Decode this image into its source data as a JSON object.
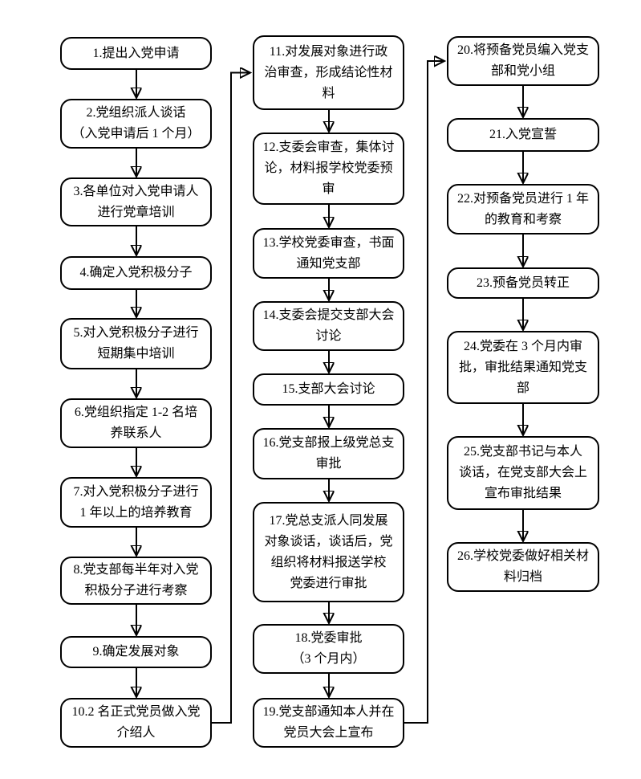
{
  "flow": {
    "description_note": "",
    "steps": [
      {
        "id": "1",
        "label": "1.提出入党申请"
      },
      {
        "id": "2",
        "label": "2.党组织派人谈话\n（入党申请后 1 个月）"
      },
      {
        "id": "3",
        "label": "3.各单位对入党申请人\n进行党章培训"
      },
      {
        "id": "4",
        "label": "4.确定入党积极分子"
      },
      {
        "id": "5",
        "label": "5.对入党积极分子进行\n短期集中培训"
      },
      {
        "id": "6",
        "label": "6.党组织指定 1-2 名培\n养联系人"
      },
      {
        "id": "7",
        "label": "7.对入党积极分子进行\n1 年以上的培养教育"
      },
      {
        "id": "8",
        "label": "8.党支部每半年对入党\n积极分子进行考察"
      },
      {
        "id": "9",
        "label": "9.确定发展对象"
      },
      {
        "id": "10",
        "label": "10.2 名正式党员做入党\n介绍人"
      },
      {
        "id": "11",
        "label": "11.对发展对象进行政\n治审查，形成结论性材\n料"
      },
      {
        "id": "12",
        "label": "12.支委会审查，集体讨\n论，材料报学校党委预\n审"
      },
      {
        "id": "13",
        "label": "13.学校党委审查，书面\n通知党支部"
      },
      {
        "id": "14",
        "label": "14.支委会提交支部大会\n讨论"
      },
      {
        "id": "15",
        "label": "15.支部大会讨论"
      },
      {
        "id": "16",
        "label": "16.党支部报上级党总支\n审批"
      },
      {
        "id": "17",
        "label": "17.党总支派人同发展\n对象谈话，谈话后，党\n组织将材料报送学校\n党委进行审批"
      },
      {
        "id": "18",
        "label": "18.党委审批\n（3 个月内）"
      },
      {
        "id": "19",
        "label": "19.党支部通知本人并在\n党员大会上宣布"
      },
      {
        "id": "20",
        "label": "20.将预备党员编入党支\n部和党小组"
      },
      {
        "id": "21",
        "label": "21.入党宣誓"
      },
      {
        "id": "22",
        "label": "22.对预备党员进行 1 年\n的教育和考察"
      },
      {
        "id": "23",
        "label": "23.预备党员转正"
      },
      {
        "id": "24",
        "label": "24.党委在 3 个月内审\n批，审批结果通知党支\n部"
      },
      {
        "id": "25",
        "label": "25.党支部书记与本人\n谈话，在党支部大会上\n宣布审批结果"
      },
      {
        "id": "26",
        "label": "26.学校党委做好相关材\n料归档"
      }
    ],
    "colors": {
      "line": "#000000",
      "box_border": "#000000",
      "box_fill": "#ffffff",
      "background": "#ffffff"
    }
  }
}
